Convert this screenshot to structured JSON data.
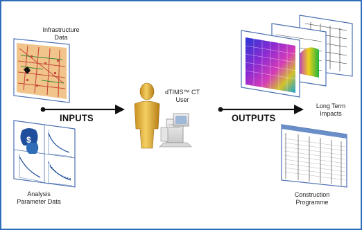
{
  "labels": {
    "infrastructure": "Infrastructure\nData",
    "analysis": "Analysis\nParameter Data",
    "user": "dTIMS™ CT\nUser",
    "long_term": "Long Term\nImpacts",
    "construction": "Construction\nProgramme"
  },
  "arrows": {
    "inputs": "INPUTS",
    "outputs": "OUTPUTS"
  },
  "icons": {
    "map": "map-icon",
    "money": "money-bag-icon",
    "person": "person-icon",
    "computer": "computer-icon",
    "chart": "chart-icon",
    "table": "table-icon"
  },
  "colors": {
    "frame": "#2f6db8",
    "doc_border": "#4a6fb0",
    "person": "#e0b23c",
    "arrow": "#111111"
  }
}
